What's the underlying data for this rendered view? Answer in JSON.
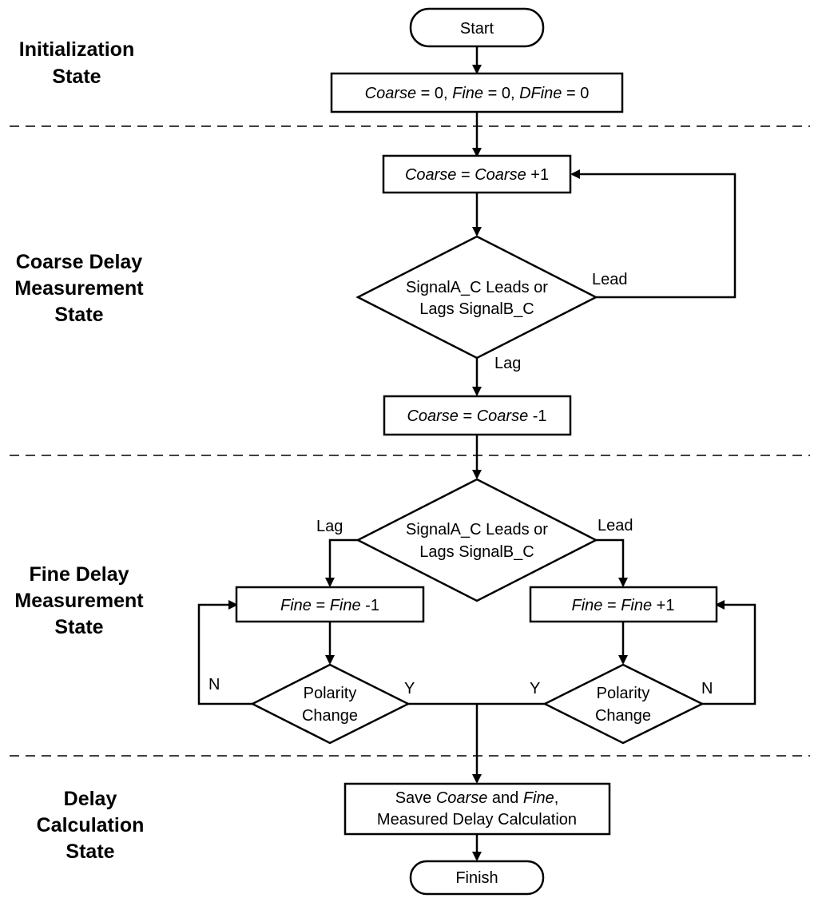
{
  "states": {
    "init": [
      "Initialization",
      "State"
    ],
    "coarse": [
      "Coarse Delay",
      "Measurement",
      "State"
    ],
    "fine": [
      "Fine Delay",
      "Measurement",
      "State"
    ],
    "calc": [
      "Delay",
      "Calculation",
      "State"
    ]
  },
  "nodes": {
    "start": "Start",
    "init": {
      "coarse_var": "Coarse",
      "eq0a": " = 0, ",
      "fine_var": "Fine",
      "eq0b": " = 0, ",
      "dfine_var": "DFine",
      "eq0c": " = 0"
    },
    "coarse_inc": {
      "var1": "Coarse",
      "mid": " = ",
      "var2": "Coarse",
      "tail": " +1"
    },
    "decision1": {
      "line1": "SignalA_C Leads or",
      "line2": "Lags SignalB_C"
    },
    "coarse_dec": {
      "var1": "Coarse",
      "mid": " = ",
      "var2": "Coarse",
      "tail": " -1"
    },
    "decision2": {
      "line1": "SignalA_C Leads or",
      "line2": "Lags SignalB_C"
    },
    "fine_dec": {
      "var1": "Fine",
      "mid": " = ",
      "var2": "Fine",
      "tail": " -1"
    },
    "fine_inc": {
      "var1": "Fine",
      "mid": " = ",
      "var2": "Fine",
      "tail": " +1"
    },
    "polarity_left": {
      "line1": "Polarity",
      "line2": "Change"
    },
    "polarity_right": {
      "line1": "Polarity",
      "line2": "Change"
    },
    "save": {
      "pre": "Save ",
      "var1": "Coarse",
      "mid": " and ",
      "var2": "Fine",
      "post": ",",
      "line2": "Measured Delay Calculation"
    },
    "finish": "Finish"
  },
  "edge_labels": {
    "d1_lead": "Lead",
    "d1_lag": "Lag",
    "d2_lag": "Lag",
    "d2_lead": "Lead",
    "pl_n": "N",
    "pl_y": "Y",
    "pr_y": "Y",
    "pr_n": "N"
  }
}
